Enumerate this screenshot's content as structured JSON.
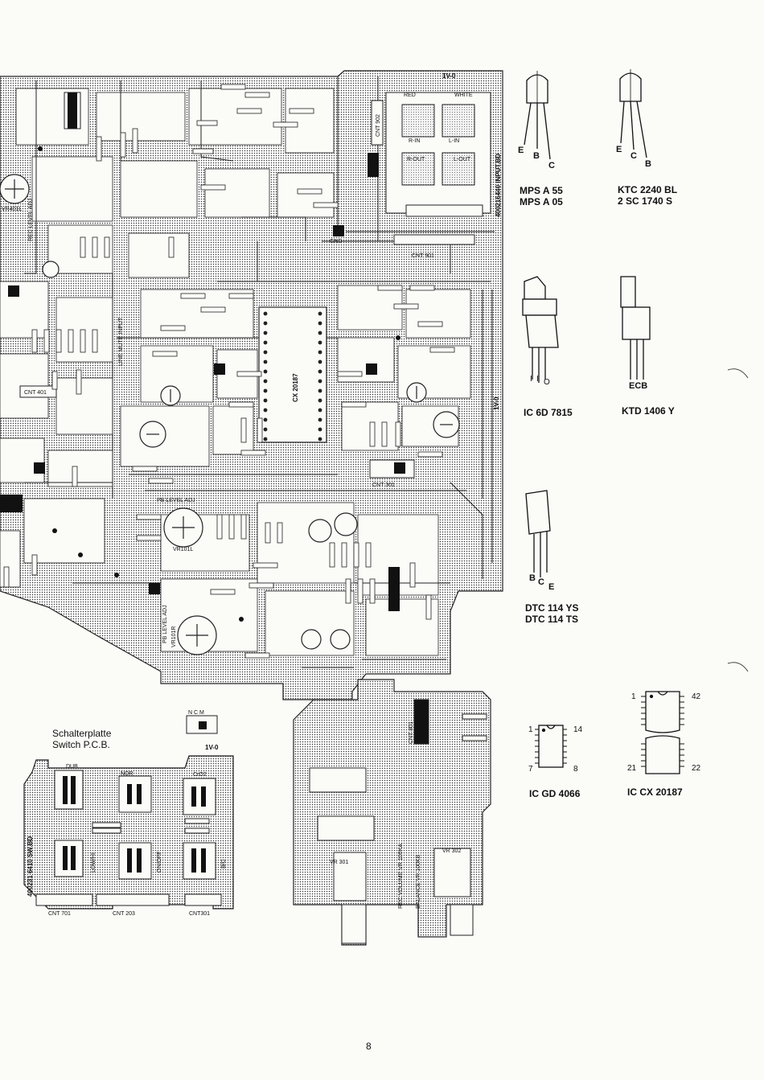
{
  "page_number": "8",
  "switch_pcb": {
    "title_de": "Schalterplatte",
    "title_en": "Switch P.C.B."
  },
  "components": {
    "transistor_1": {
      "line1": "MPS A 55",
      "line2": "MPS A 05",
      "pins": [
        "E",
        "B",
        "C"
      ]
    },
    "transistor_2": {
      "line1": "KTC 2240 BL",
      "line2": "2 SC 1740 S",
      "pins": [
        "E",
        "C",
        "B"
      ]
    },
    "regulator": {
      "label": "IC 6D 7815",
      "pins": [
        "I",
        "I",
        "O"
      ]
    },
    "power_transistor": {
      "label": "KTD 1406 Y",
      "pins": "ECB"
    },
    "digital_transistor": {
      "line1": "DTC 114 YS",
      "line2": "DTC 114 TS",
      "pins": [
        "B",
        "C",
        "E"
      ]
    },
    "ic_gd4066": {
      "label": "IC GD 4066",
      "pin_tl": "1",
      "pin_tr": "14",
      "pin_bl": "7",
      "pin_br": "8"
    },
    "ic_cx20187": {
      "label": "IC CX 20187",
      "pin_tl": "1",
      "pin_tr": "42",
      "pin_bl": "21",
      "pin_br": "22"
    }
  },
  "board_labels": {
    "main_pcb_code": "400216440 INPUT.BD",
    "switch_pcb_code": "400231 6410 SW.BD",
    "cnt902": "CNT 902",
    "cnt901": "CNT 901",
    "cnt301": "CNT 301",
    "cnt401": "CNT 401",
    "cnt801": "CNT 801",
    "cnt701": "CNT 701",
    "cnt203": "CNT 203",
    "cnt301b": "CNT301",
    "gnd": "GND",
    "red": "RED",
    "white": "WHITE",
    "r_in": "R-IN",
    "l_in": "L-IN",
    "r_out": "R-OUT",
    "l_out": "L-OUT",
    "ic_main": "CX 20187",
    "rec_level_adj": "REC LEVEL ADJ",
    "pb_level_adj": "PB LEVEL ADJ",
    "pb_level_adj_r": "PB LEVEL ADJ",
    "line_mute_input": "LINE MUTE INPUT",
    "vr401l": "VR401L",
    "vr101l": "VR101L",
    "vr101r": "VR101R",
    "vr301": "VR 301",
    "vr302": "VR 302",
    "rec_volume": "REC VOLUME VR 100KA",
    "balance": "BALANCE VR 100KB",
    "dub": "DUB",
    "nor": "NOR",
    "cro2": "CrO2",
    "low_hi": "LOW/HI",
    "on_off": "ON/OFF",
    "b_c": "B/C",
    "ncm": "N C M",
    "cert_mark": "1V-0"
  }
}
